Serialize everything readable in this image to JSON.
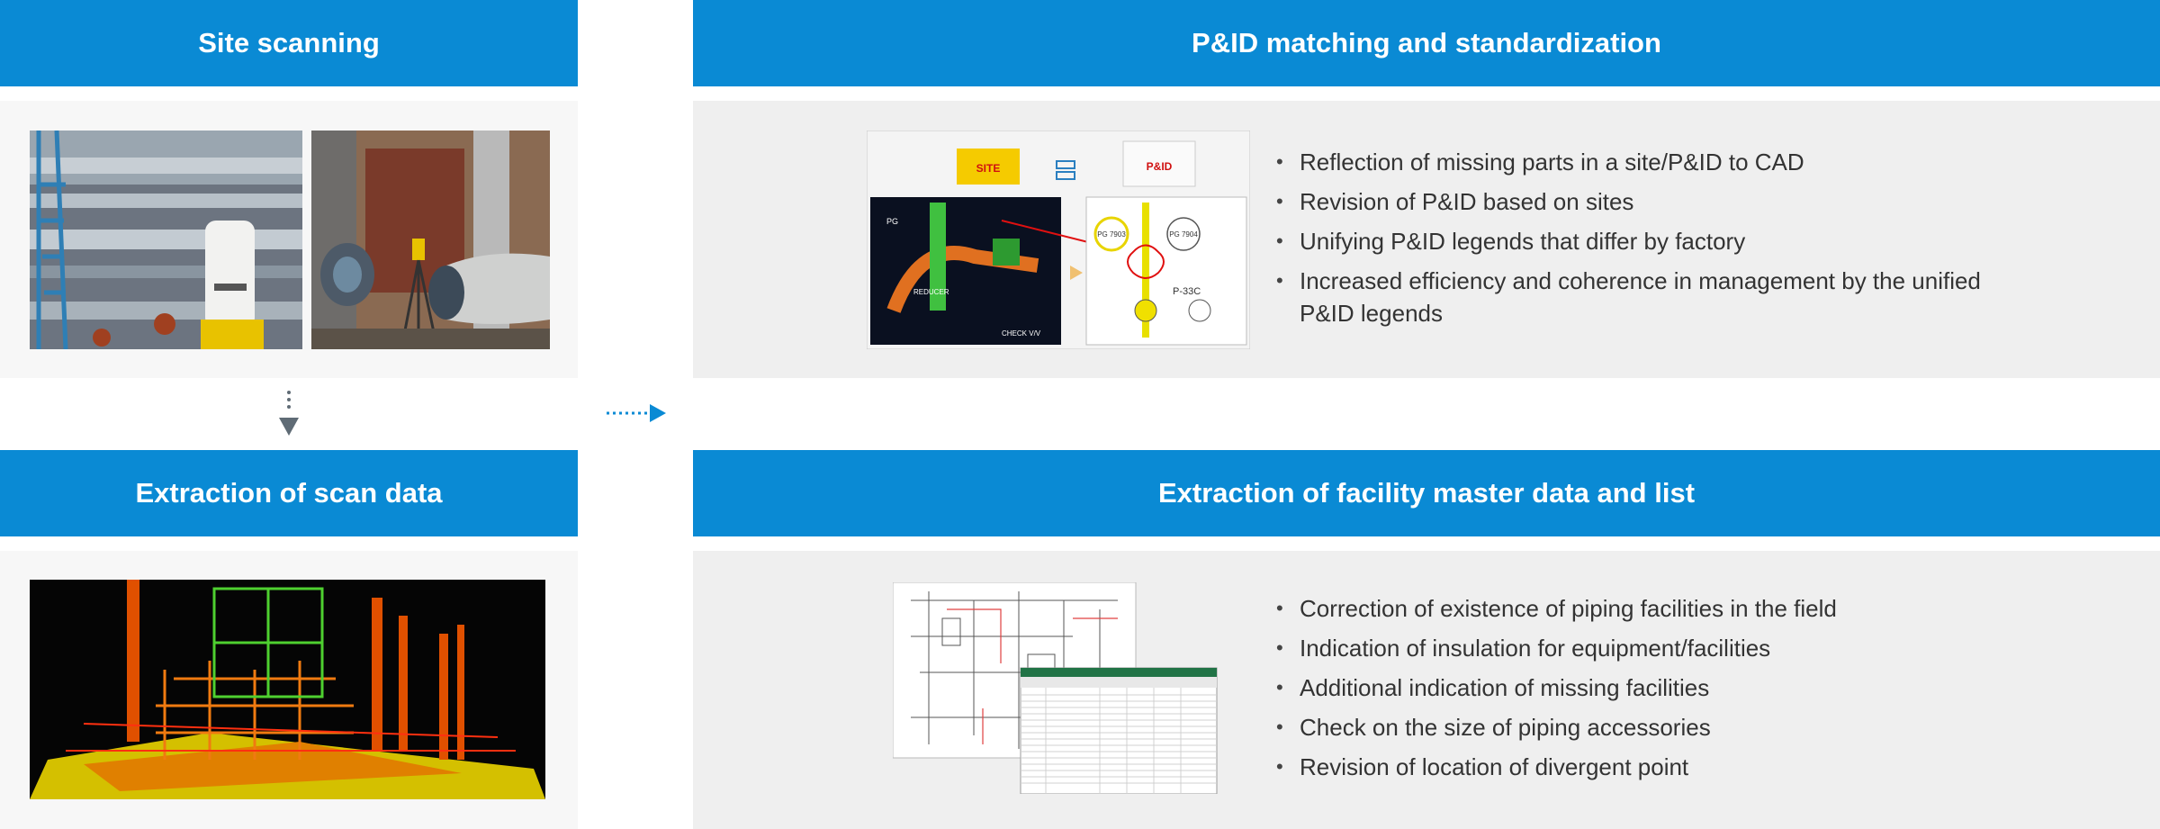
{
  "steps": {
    "site_scanning": {
      "title": "Site scanning"
    },
    "extraction_scan": {
      "title": "Extraction of scan data"
    },
    "pid_matching": {
      "title": "P&ID matching and standardization",
      "bullets": [
        "Reflection of missing parts in a site/P&ID to CAD",
        "Revision of P&ID based on sites",
        "Unifying P&ID legends that differ by factory",
        "Increased efficiency and coherence in management by the unified P&ID legends"
      ],
      "image_labels": {
        "site": "SITE",
        "pid": "P&ID",
        "pg": "PG",
        "pg1": "PG 7903",
        "pg2": "PG 7904",
        "reducer": "REDUCER",
        "check": "CHECK V/V",
        "pump": "P-33C"
      }
    },
    "extraction_master": {
      "title": "Extraction of facility master data and list",
      "bullets": [
        "Correction of existence of piping facilities in the field",
        "Indication of insulation for equipment/facilities",
        "Additional indication of missing facilities",
        "Check on the size of piping accessories",
        "Revision of location of divergent point"
      ]
    }
  },
  "colors": {
    "header": "#0a8ad4",
    "arrow_down": "#5f6b75",
    "arrow_right": "#0a8ad4"
  }
}
